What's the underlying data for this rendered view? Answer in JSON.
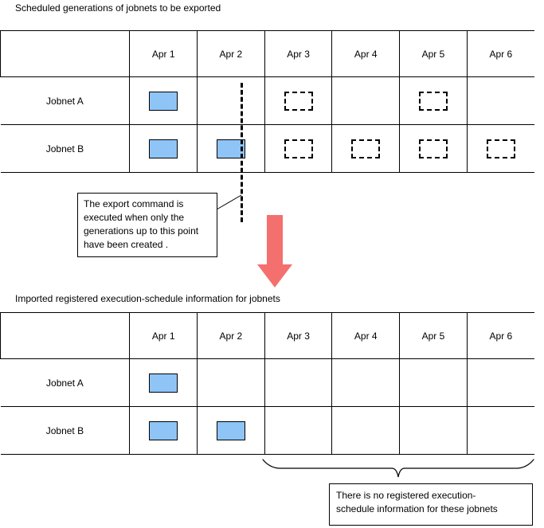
{
  "diagram": {
    "title_top": "Scheduled generations of jobnets to be exported",
    "title_bottom": "Imported registered execution-schedule information for jobnets"
  },
  "colors": {
    "generation_created": "#8fc4f7",
    "arrow": "#f4706e",
    "line": "#000000",
    "background": "#ffffff"
  },
  "table_top": {
    "corner_label": "",
    "columns": [
      "Apr 1",
      "Apr 2",
      "Apr 3",
      "Apr 4",
      "Apr 5",
      "Apr 6"
    ],
    "rows": [
      {
        "label": "Jobnet A",
        "cells": [
          "created",
          "empty",
          "planned",
          "empty",
          "planned",
          "empty"
        ]
      },
      {
        "label": "Jobnet B",
        "cells": [
          "created",
          "created",
          "planned",
          "planned",
          "planned",
          "planned"
        ]
      }
    ]
  },
  "table_bottom": {
    "corner_label": "",
    "columns": [
      "Apr 1",
      "Apr 2",
      "Apr 3",
      "Apr 4",
      "Apr 5",
      "Apr 6"
    ],
    "rows": [
      {
        "label": "Jobnet A",
        "cells": [
          "created",
          "empty",
          "empty",
          "empty",
          "empty",
          "empty"
        ]
      },
      {
        "label": "Jobnet B",
        "cells": [
          "created",
          "created",
          "empty",
          "empty",
          "empty",
          "empty"
        ]
      }
    ]
  },
  "annotations": {
    "export_cutoff": {
      "line1": "The export command is",
      "line2": "executed when only the",
      "line3": "generations up to this point",
      "line4": "have been created ."
    },
    "no_schedule": {
      "line1": "There is no registered execution-",
      "line2": "schedule information for these jobnets"
    }
  }
}
